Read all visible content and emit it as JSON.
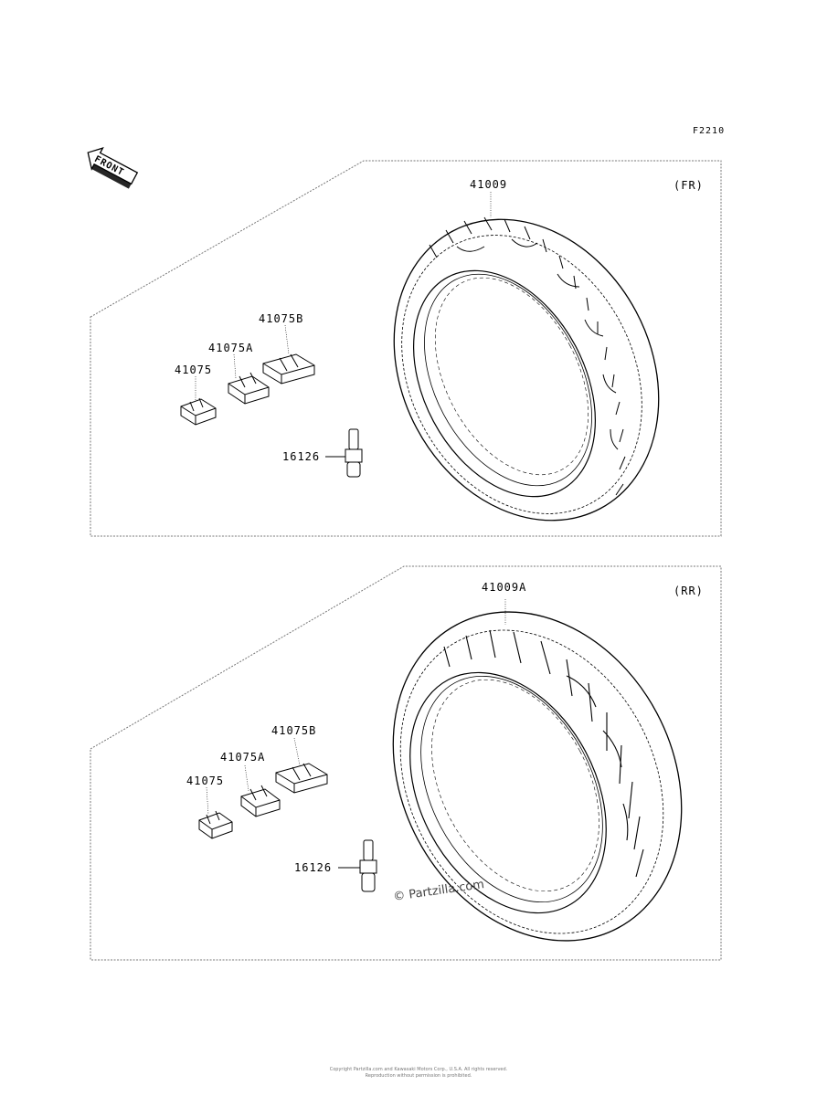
{
  "diagram_code": "F2210",
  "front_arrow": {
    "text": "FRONT"
  },
  "panels": [
    {
      "position": "(FR)",
      "tire_part": "41009",
      "weights": [
        "41075",
        "41075A",
        "41075B"
      ],
      "valve_part": "16126"
    },
    {
      "position": "(RR)",
      "tire_part": "41009A",
      "weights": [
        "41075",
        "41075A",
        "41075B"
      ],
      "valve_part": "16126"
    }
  ],
  "watermark": "© Partzilla.com",
  "footer": {
    "line1": "Copyright Partzilla.com and Kawasaki Motors Corp., U.S.A. All rights reserved.",
    "line2": "Reproduction without permission is prohibited."
  },
  "icons": [
    "front-arrow-icon",
    "tire-icon",
    "balance-weight-icon",
    "valve-stem-icon"
  ]
}
